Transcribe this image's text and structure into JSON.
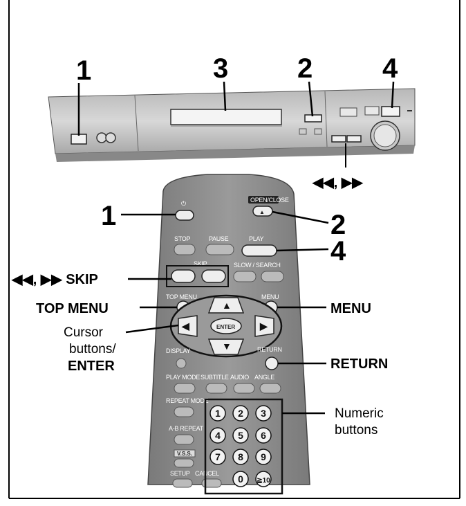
{
  "device_callouts": {
    "power": "1",
    "disc_tray": "3",
    "open_close": "2",
    "play": "4",
    "skip": "◀◀, ▶▶"
  },
  "remote_callouts": {
    "power": "1",
    "open_close": "2",
    "play": "4",
    "skip": "◀◀, ▶▶ SKIP",
    "top_menu": "TOP MENU",
    "menu": "MENU",
    "cursor_line1": "Cursor",
    "cursor_line2": "buttons/",
    "cursor_line3": "ENTER",
    "return": "RETURN",
    "numeric_line1": "Numeric",
    "numeric_line2": "buttons"
  },
  "remote_labels": {
    "open_close": "OPEN/CLOSE",
    "stop": "STOP",
    "pause": "PAUSE",
    "play": "PLAY",
    "skip": "SKIP",
    "slow_search": "SLOW / SEARCH",
    "top_menu": "TOP MENU",
    "menu": "MENU",
    "enter": "ENTER",
    "display": "DISPLAY",
    "return": "RETURN",
    "play_mode": "PLAY MODE",
    "subtitle": "SUBTITLE",
    "audio": "AUDIO",
    "angle": "ANGLE",
    "repeat_mode": "REPEAT MODE",
    "ab_repeat": "A-B REPEAT",
    "vss": "V.S.S.",
    "setup": "SETUP",
    "cancel": "CANCEL"
  },
  "numeric_keys": [
    "1",
    "2",
    "3",
    "4",
    "5",
    "6",
    "7",
    "8",
    "9",
    "0",
    "≧10"
  ]
}
